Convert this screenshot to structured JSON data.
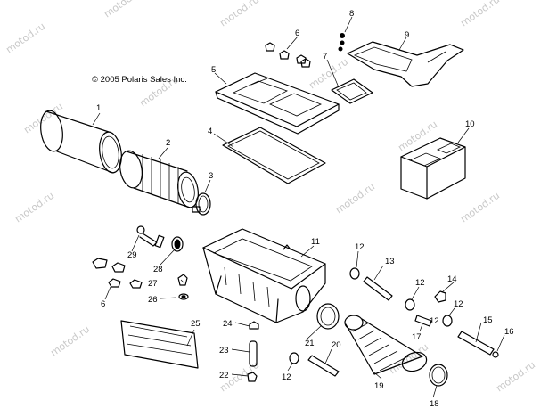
{
  "copyright": "© 2005 Polaris Sales Inc.",
  "watermark": "motod.ru",
  "callouts": [
    "1",
    "2",
    "3",
    "4",
    "5",
    "6",
    "7",
    "8",
    "9",
    "10",
    "11",
    "12",
    "12",
    "12",
    "12",
    "12",
    "13",
    "14",
    "15",
    "16",
    "17",
    "18",
    "19",
    "20",
    "21",
    "22",
    "23",
    "24",
    "25",
    "26",
    "27",
    "28",
    "29",
    "6"
  ]
}
